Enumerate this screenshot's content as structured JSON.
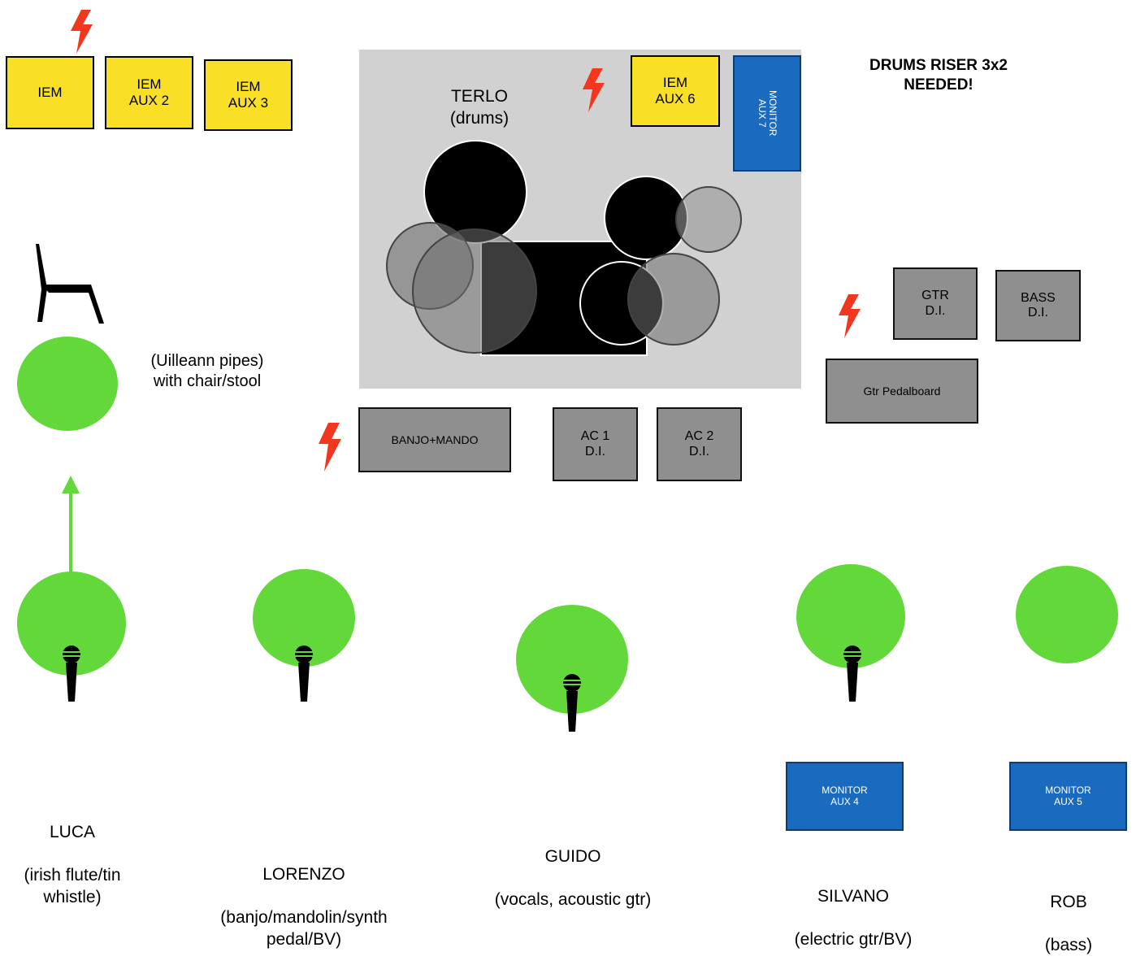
{
  "colors": {
    "iem_box": "#f9e026",
    "di_box": "#8f8f8f",
    "monitor_box": "#1a6bbf",
    "musician": "#62d83a",
    "riser": "#d1d1d1",
    "power": "#f2371e"
  },
  "iem": {
    "main": "IEM",
    "aux2": "IEM\nAUX 2",
    "aux3": "IEM\nAUX 3",
    "aux6": "IEM\nAUX 6"
  },
  "monitors": {
    "aux7": "MONITOR\nAUX 7",
    "aux4": "MONITOR\nAUX 4",
    "aux5": "MONITOR\nAUX 5"
  },
  "drummer": {
    "label": "TERLO\n(drums)"
  },
  "riser_note": "DRUMS RISER 3x2\nNEEDED!",
  "di": {
    "gtr": "GTR\nD.I.",
    "bass": "BASS\nD.I.",
    "pedalboard": "Gtr Pedalboard",
    "banjo": "BANJO+MANDO",
    "ac1": "AC 1\nD.I.",
    "ac2": "AC 2\nD.I."
  },
  "pipes_note": "(Uilleann pipes)\nwith chair/stool",
  "icons": [
    "power-icon",
    "chair-icon",
    "microphone-icon",
    "arrow-up-icon"
  ],
  "musicians": [
    {
      "name": "LUCA",
      "role": "(irish flute/tin\nwhistle)"
    },
    {
      "name": "LORENZO",
      "role": "(banjo/mandolin/synth\npedal/BV)"
    },
    {
      "name": "GUIDO",
      "role": "(vocals, acoustic gtr)"
    },
    {
      "name": "SILVANO",
      "role": "(electric gtr/BV)"
    },
    {
      "name": "ROB",
      "role": "(bass)"
    }
  ]
}
